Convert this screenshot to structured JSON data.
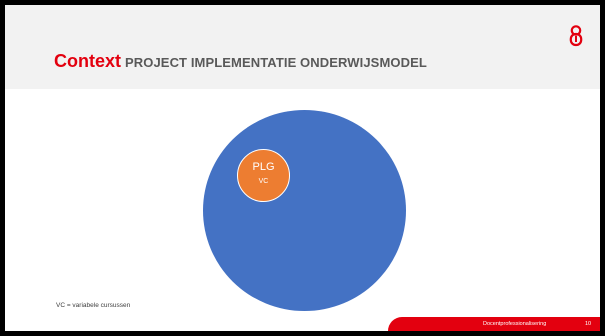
{
  "title": {
    "accent": "Context",
    "text": "PROJECT IMPLEMENTATIE ONDERWIJSMODEL"
  },
  "diagram": {
    "outer_circle_color": "#4472c4",
    "inner_circle": {
      "label": "PLG",
      "sublabel": "VC",
      "color": "#ed7d31"
    }
  },
  "footnote": "VC = variabele cursussen",
  "footer": {
    "text": "Docentprofessionalisering",
    "page_number": "10",
    "band_color": "#e3000f"
  },
  "logo": {
    "icon": "university-logo-icon"
  }
}
